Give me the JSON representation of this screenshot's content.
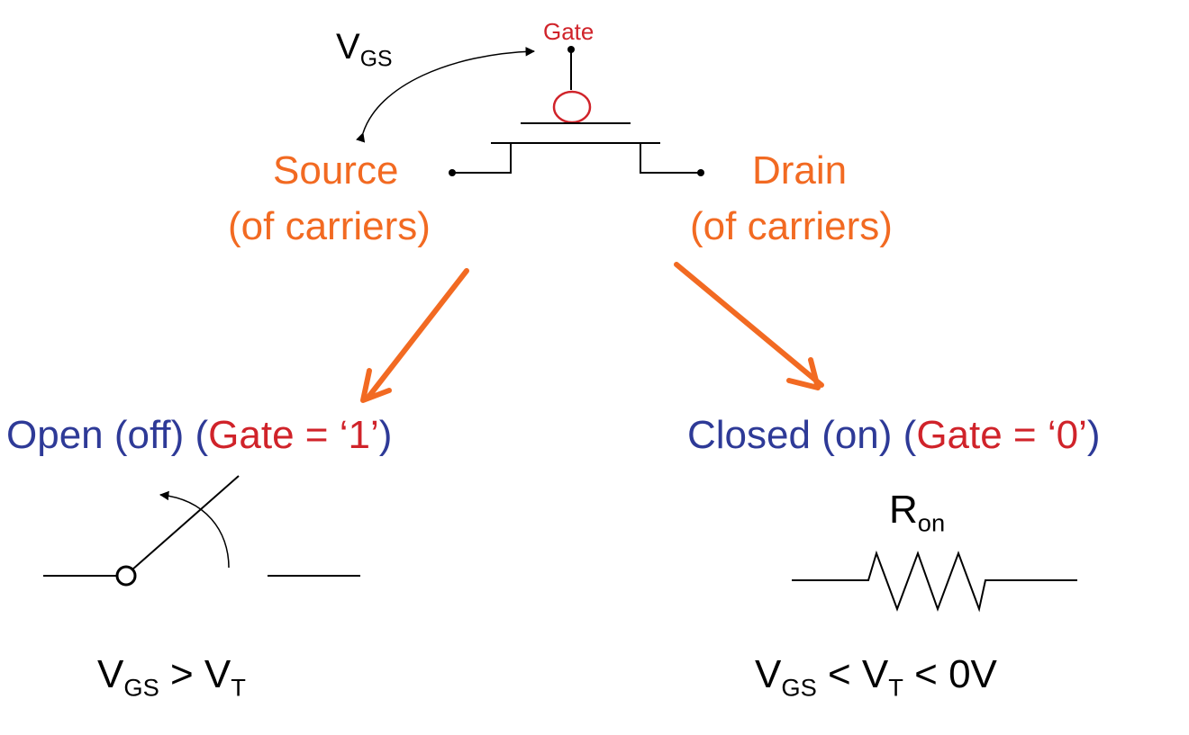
{
  "colors": {
    "terminal_label": "#F26A22",
    "state_label": "#2E3A97",
    "gate_value": "#D0232A",
    "wire": "#000000",
    "arrow": "#F26A22"
  },
  "transistor": {
    "gate_label": "Gate",
    "vgs_label": "V",
    "vgs_sub": "GS",
    "source_label": "Source",
    "source_sub_label": "(of carriers)",
    "drain_label": "Drain",
    "drain_sub_label": "(of carriers)"
  },
  "off_state": {
    "state_text": "Open (off) (",
    "gate_text": "Gate = ‘1’",
    "close_paren": ")",
    "condition": {
      "v1": "V",
      "v1_sub": "GS",
      "op1": " > ",
      "v2": "V",
      "v2_sub": "T"
    }
  },
  "on_state": {
    "state_text": "Closed (on) (",
    "gate_text": "Gate = ‘0’",
    "close_paren": ")",
    "resistor_label": "R",
    "resistor_sub": "on",
    "condition": {
      "v1": "V",
      "v1_sub": "GS",
      "op1": " < ",
      "v2": "V",
      "v2_sub": "T",
      "op2": " < 0V"
    }
  }
}
